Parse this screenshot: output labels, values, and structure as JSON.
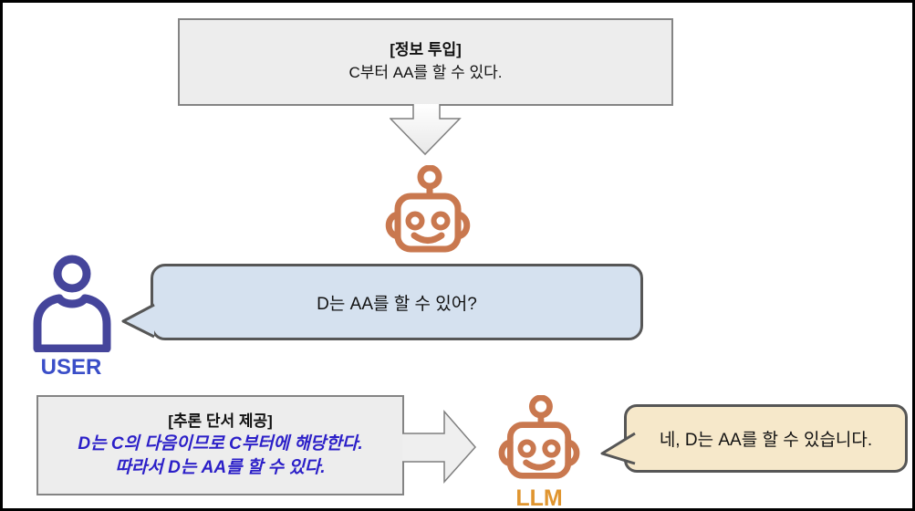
{
  "diagram": {
    "info_box": {
      "title": "[정보 투입]",
      "body": "C부터 AA를 할 수 있다."
    },
    "user": {
      "label": "USER",
      "bubble_text": "D는 AA를 할 수 있어?"
    },
    "clue_box": {
      "title": "[추론 단서 제공]",
      "line1": "D는 C의 다음이므로 C부터에 해당한다.",
      "line2": "따라서 D는 AA를 할 수 있다."
    },
    "llm": {
      "label": "LLM",
      "bubble_text": "네, D는 AA를 할 수 있습니다."
    },
    "icons": {
      "robot_top": "robot-icon",
      "robot_llm": "robot-icon",
      "user": "user-person-icon",
      "down_arrow": "down-arrow-icon",
      "right_arrow": "right-arrow-icon"
    },
    "colors": {
      "robot_orange": "#C9784F",
      "user_indigo": "#45459B",
      "user_label_blue": "#3A4EC8",
      "llm_label_orange": "#E0952F",
      "clue_text_blue": "#2B1FC8",
      "user_bubble_fill": "#D5E1EF",
      "llm_bubble_fill": "#F6E8CA",
      "bubble_border": "#565656",
      "box_fill": "#EDEDED",
      "box_border": "#848484",
      "arrow_fill": "#EFEFEF",
      "arrow_border": "#7F7F7F",
      "frame_border": "#000000"
    }
  }
}
